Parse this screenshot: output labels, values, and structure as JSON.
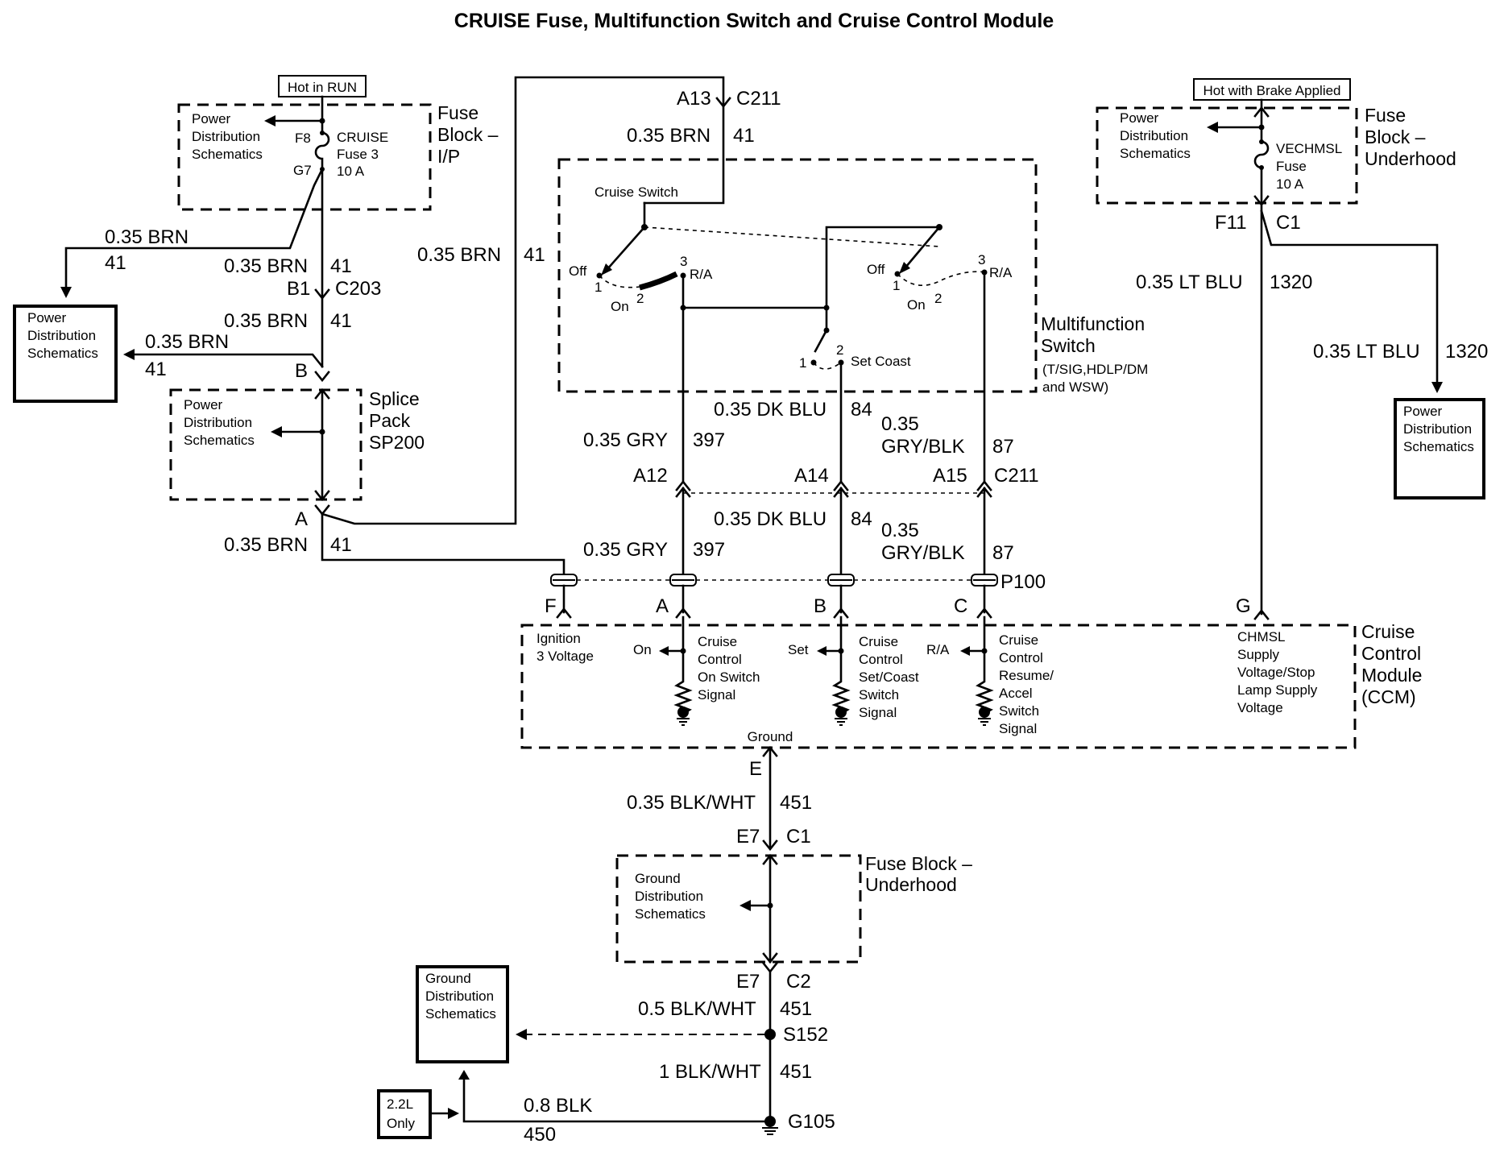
{
  "title": "CRUISE Fuse, Multifunction Switch and Cruise Control Module",
  "tags": {
    "hot_in_run": "Hot in RUN",
    "hot_brake": "Hot with Brake Applied"
  },
  "fuse_block_ip": {
    "label": [
      "Fuse",
      "Block –",
      "I/P"
    ],
    "pds": [
      "Power",
      "Distribution",
      "Schematics"
    ],
    "pin_f8": "F8",
    "pin_g7": "G7",
    "fuse": [
      "CRUISE",
      "Fuse 3",
      "10 A"
    ]
  },
  "left_pds_box": [
    "Power",
    "Distribution",
    "Schematics"
  ],
  "splice_pack": {
    "label": [
      "Splice",
      "Pack",
      "SP200"
    ],
    "pds": [
      "Power",
      "Distribution",
      "Schematics"
    ],
    "pin_a": "A",
    "pin_b": "B"
  },
  "fuse_block_uh_top": {
    "label": [
      "Fuse",
      "Block –",
      "Underhood"
    ],
    "pds": [
      "Power",
      "Distribution",
      "Schematics"
    ],
    "fuse": [
      "VECHMSL",
      "Fuse",
      "10 A"
    ],
    "pin": "F11",
    "conn": "C1"
  },
  "right_pds_box": [
    "Power",
    "Distribution",
    "Schematics"
  ],
  "wires": {
    "w_brn": "0.35 BRN",
    "c41": "41",
    "w_gry": "0.35 GRY",
    "c397": "397",
    "w_dkblu": "0.35 DK BLU",
    "c84": "84",
    "w_gryblk_1": "0.35",
    "w_gryblk_2": "GRY/BLK",
    "c87": "87",
    "w_ltblu": "0.35 LT BLU",
    "c1320": "1320",
    "w_blkwht_035": "0.35 BLK/WHT",
    "c451": "451",
    "w_blkwht_05": "0.5 BLK/WHT",
    "w_blkwht_1": "1 BLK/WHT",
    "w_blk": "0.8 BLK",
    "c450": "450"
  },
  "connectors": {
    "c203_pin": "B1",
    "c203": "C203",
    "c211_top_pin": "A13",
    "c211": "C211",
    "a12": "A12",
    "a14": "A14",
    "a15": "A15",
    "p100": "P100",
    "pin_f": "F",
    "pin_a": "A",
    "pin_b": "B",
    "pin_c": "C",
    "pin_g": "G",
    "pin_e": "E",
    "e7": "E7",
    "c1": "C1",
    "c2": "C2",
    "s152": "S152",
    "g105": "G105"
  },
  "multifunction_switch": {
    "label": [
      "Multifunction",
      "Switch"
    ],
    "sub": [
      "(T/SIG,HDLP/DM",
      "and WSW)"
    ],
    "cruise_switch": "Cruise Switch",
    "off": "Off",
    "on": "On",
    "ra": "R/A",
    "set_coast": "Set Coast",
    "n1": "1",
    "n2": "2",
    "n3": "3"
  },
  "ccm": {
    "label": [
      "Cruise",
      "Control",
      "Module",
      "(CCM)"
    ],
    "ignition": [
      "Ignition",
      "3 Voltage"
    ],
    "on": "On",
    "set": "Set",
    "ra": "R/A",
    "on_signal": [
      "Cruise",
      "Control",
      "On Switch",
      "Signal"
    ],
    "set_signal": [
      "Cruise",
      "Control",
      "Set/Coast",
      "Switch",
      "Signal"
    ],
    "ra_signal": [
      "Cruise",
      "Control",
      "Resume/",
      "Accel",
      "Switch",
      "Signal"
    ],
    "chmsl": [
      "CHMSL",
      "Supply",
      "Voltage/Stop",
      "Lamp Supply",
      "Voltage"
    ],
    "ground": "Ground"
  },
  "fuse_block_uh_bottom": {
    "label": [
      "Fuse Block –",
      "Underhood"
    ],
    "gds": [
      "Ground",
      "Distribution",
      "Schematics"
    ]
  },
  "gds_box": [
    "Ground",
    "Distribution",
    "Schematics"
  ],
  "only_box": [
    "2.2L",
    "Only"
  ]
}
